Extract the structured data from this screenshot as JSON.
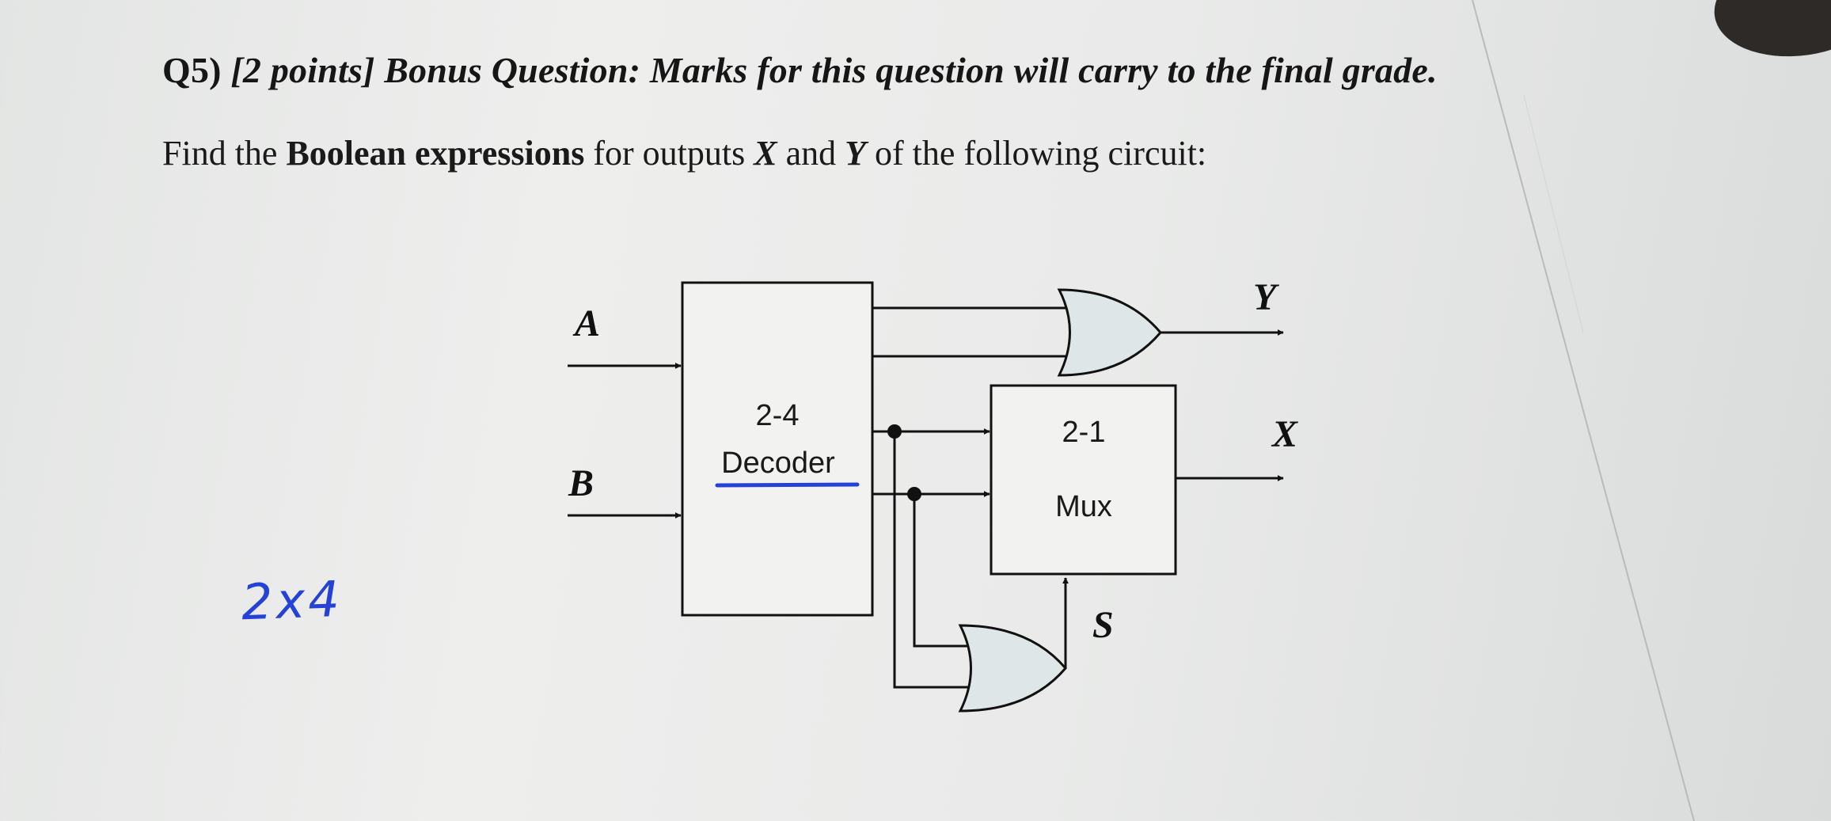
{
  "question": {
    "lead": "Q5)",
    "points": "[2 points]",
    "bonus": "Bonus Question: Marks for this question will carry to the final grade.",
    "prompt_start": "Find the ",
    "prompt_bold": "Boolean expressions",
    "prompt_mid1": " for outputs ",
    "var_x": "X",
    "prompt_mid2": " and ",
    "var_y": "Y",
    "prompt_end": " of the following circuit:"
  },
  "circuit": {
    "input_a": "A",
    "input_b": "B",
    "decoder_line1": "2-4",
    "decoder_line2": "Decoder",
    "mux_line1": "2-1",
    "mux_line2": "Mux",
    "output_y": "Y",
    "output_x": "X",
    "select": "S"
  },
  "annotation": {
    "handwritten": "2x4",
    "ink_color": "#2443d6"
  }
}
